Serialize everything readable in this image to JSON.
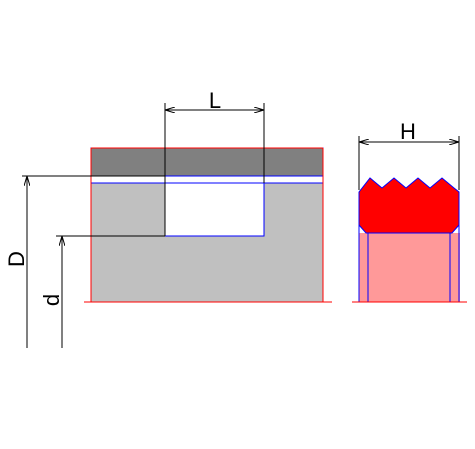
{
  "labels": {
    "L": "L",
    "H": "H",
    "D": "D",
    "d": "d"
  },
  "colors": {
    "background": "#ffffff",
    "housing_gray": "#c0c0c0",
    "rod_dark_gray": "#808080",
    "outline_blue": "#0000ff",
    "outline_red": "#ff0000",
    "lip_red": "#ff0000",
    "body_pink": "#ff9999",
    "dimension_black": "#000000"
  }
}
